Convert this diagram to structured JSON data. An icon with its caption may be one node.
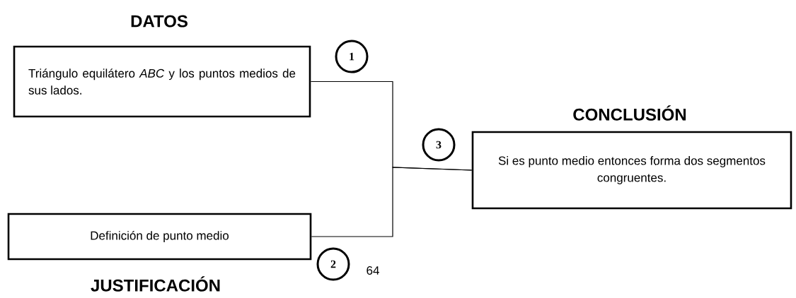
{
  "diagram": {
    "nodes": [
      {
        "text": [
          "DATOS",
          "Triángulo equilátero *ABC* y los puntos medios de sus lados."
        ]
      },
      {
        "text": [
          "1"
        ]
      },
      {
        "text": [
          "CONCLUSIÓN",
          "Si es punto medio entonces forma dos segmentos congruentes."
        ]
      },
      {
        "text": [
          "3"
        ]
      },
      {
        "text": [
          "Definición de punto medio",
          "JUSTIFICACIÓN"
        ]
      },
      {
        "text": [
          "2"
        ]
      }
    ],
    "edges": [
      {
        "from": 0,
        "to": 2,
        "arrow": "none"
      },
      {
        "from": 4,
        "to": 2,
        "arrow": "none"
      }
    ],
    "labels": [
      "64"
    ]
  }
}
